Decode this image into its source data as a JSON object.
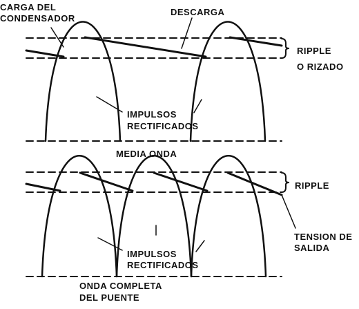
{
  "colors": {
    "ink": "#111111",
    "background": "#ffffff"
  },
  "half_wave": {
    "carga_line1": "CARGA DEL",
    "carga_line2": "CONDENSADOR",
    "descarga": "DESCARGA",
    "ripple_line1": "RIPPLE",
    "ripple_line2": "O RIZADO",
    "impulsos_line1": "IMPULSOS",
    "impulsos_line2": "RECTIFICADOS",
    "caption": "MEDIA ONDA"
  },
  "full_wave": {
    "ripple": "RIPPLE",
    "tension_line1": "TENSION DE",
    "tension_line2": "SALIDA",
    "impulsos_line1": "IMPULSOS",
    "impulsos_line2": "RECTIFICADOS",
    "caption_line1": "ONDA COMPLETA",
    "caption_line2": "DEL PUENTE"
  }
}
